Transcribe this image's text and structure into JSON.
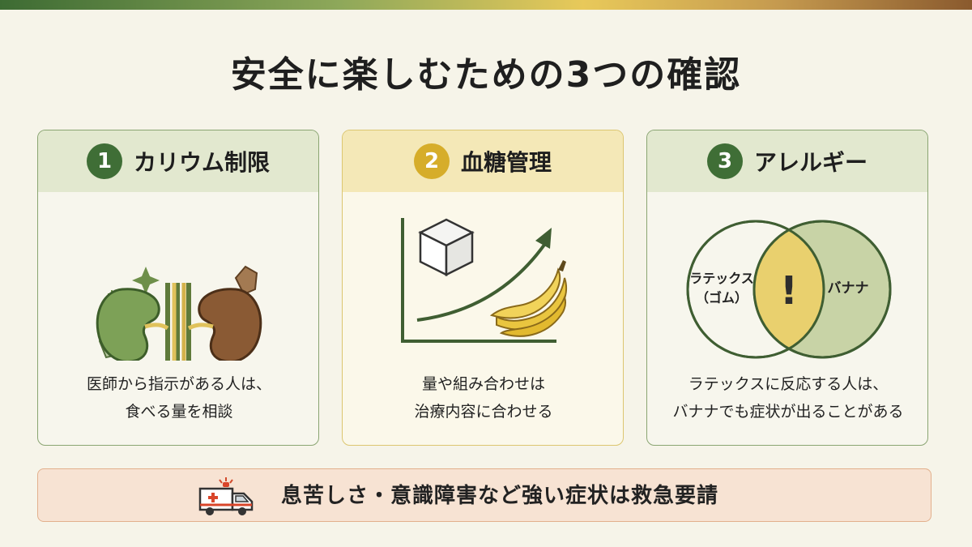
{
  "title": "安全に楽しむための3つの確認",
  "cards": [
    {
      "number": "1",
      "heading": "カリウム制限",
      "icon": "kidney-icon",
      "lines": [
        "医師から指示がある人は、",
        "食べる量を相談"
      ]
    },
    {
      "number": "2",
      "heading": "血糖管理",
      "icon": "sugar-cube-banana-graph-icon",
      "lines": [
        "量や組み合わせは",
        "治療内容に合わせる"
      ]
    },
    {
      "number": "3",
      "heading": "アレルギー",
      "icon": "venn-diagram-icon",
      "venn": {
        "left": "ラテックス",
        "left2": "（ゴム）",
        "right": "バナナ",
        "center": "!"
      },
      "lines": [
        "ラテックスに反応する人は、",
        "バナナでも症状が出ることがある"
      ]
    }
  ],
  "banner": {
    "icon": "ambulance-icon",
    "text": "息苦しさ・意識障害など強い症状は救急要請"
  },
  "colors": {
    "green": "#3f6e36",
    "yellow": "#d6ad2a",
    "banner_bg": "#f7e3d3",
    "background": "#f6f4e9"
  }
}
